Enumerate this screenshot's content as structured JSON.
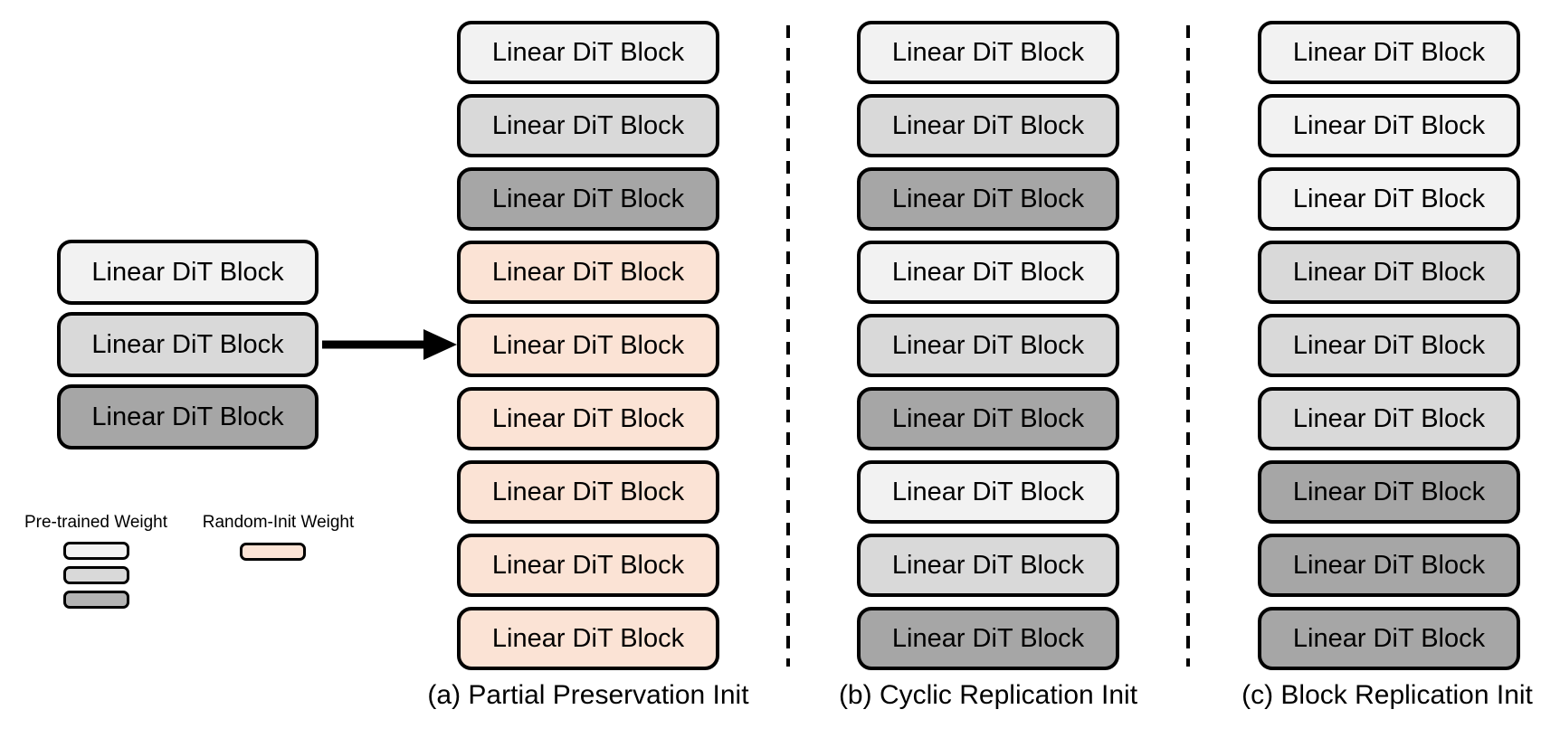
{
  "diagram": {
    "block_label": "Linear DiT Block",
    "colors": {
      "pretrained_light": "#F2F2F2",
      "pretrained_medium": "#D9D9D9",
      "pretrained_dark": "#A6A6A6",
      "random_init": "#FBE3D5",
      "outline": "#000000"
    },
    "source_stack": {
      "blocks": [
        "light",
        "medium",
        "dark"
      ]
    },
    "columns": [
      {
        "id": "a",
        "caption": "(a) Partial Preservation Init",
        "blocks": [
          "light",
          "medium",
          "dark",
          "random",
          "random",
          "random",
          "random",
          "random",
          "random"
        ]
      },
      {
        "id": "b",
        "caption": "(b) Cyclic Replication Init",
        "blocks": [
          "light",
          "medium",
          "dark",
          "light",
          "medium",
          "dark",
          "light",
          "medium",
          "dark"
        ]
      },
      {
        "id": "c",
        "caption": "(c) Block Replication Init",
        "blocks": [
          "light",
          "light",
          "light",
          "medium",
          "medium",
          "medium",
          "dark",
          "dark",
          "dark"
        ]
      }
    ],
    "legend": {
      "pretrained": {
        "label": "Pre-trained Weight",
        "swatches": [
          "#F2F2F2",
          "#D9D9D9",
          "#B3B3B3"
        ]
      },
      "random": {
        "label": "Random-Init Weight",
        "swatches": [
          "#FBE3D5"
        ]
      }
    }
  }
}
